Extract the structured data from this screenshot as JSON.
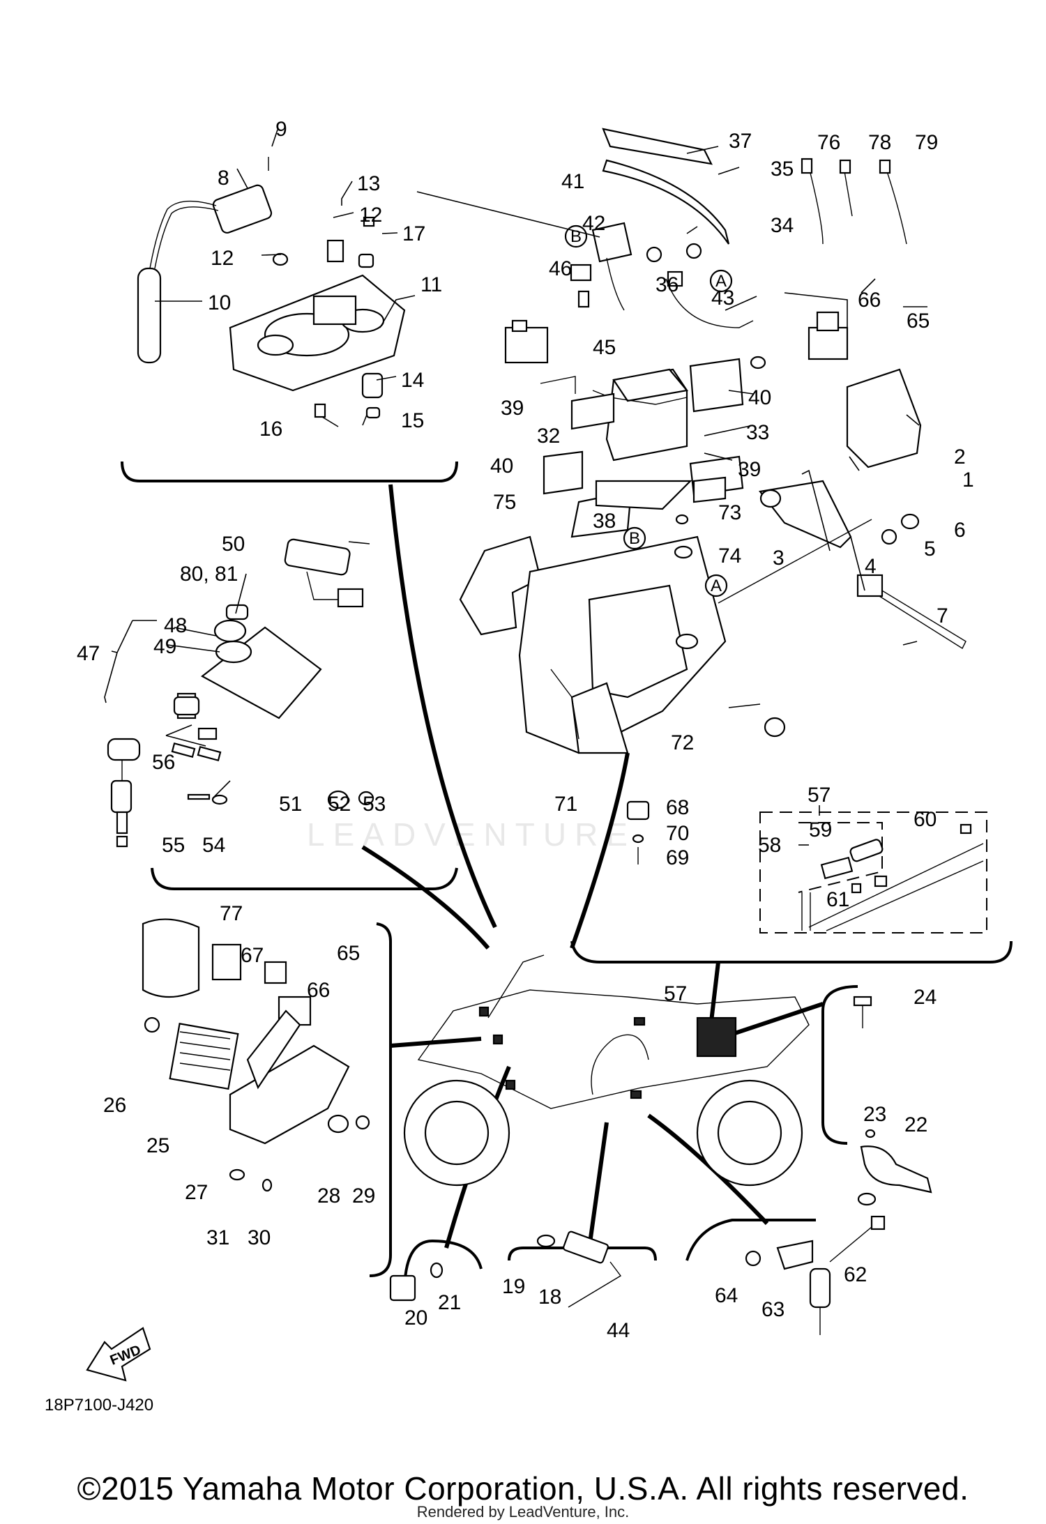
{
  "diagram": {
    "title": "Electrical 1",
    "diagram_code": "18P7100-J420",
    "copyright": "©2015 Yamaha Motor Corporation, U.S.A. All rights reserved.",
    "rendered_by": "Rendered by LeadVenture, Inc.",
    "watermark": "LEADVENTURE",
    "fwd_label": "FWD",
    "ref_markers": {
      "a": "A",
      "b": "B"
    },
    "callouts": {
      "c1": "1",
      "c2": "2",
      "c3": "3",
      "c4": "4",
      "c5": "5",
      "c6": "6",
      "c7": "7",
      "c8": "8",
      "c9": "9",
      "c10": "10",
      "c11": "11",
      "c12a": "12",
      "c12b": "12",
      "c13": "13",
      "c14": "14",
      "c15": "15",
      "c16": "16",
      "c17": "17",
      "c18": "18",
      "c19": "19",
      "c20": "20",
      "c21": "21",
      "c22": "22",
      "c23": "23",
      "c24": "24",
      "c25": "25",
      "c26": "26",
      "c27": "27",
      "c28": "28",
      "c29": "29",
      "c30": "30",
      "c31": "31",
      "c32": "32",
      "c33": "33",
      "c34": "34",
      "c35": "35",
      "c36": "36",
      "c37": "37",
      "c38": "38",
      "c39a": "39",
      "c39b": "39",
      "c40a": "40",
      "c40b": "40",
      "c41": "41",
      "c42": "42",
      "c43": "43",
      "c44": "44",
      "c45": "45",
      "c46": "46",
      "c47": "47",
      "c48": "48",
      "c49": "49",
      "c50": "50",
      "c51": "51",
      "c52": "52",
      "c53": "53",
      "c54": "54",
      "c55": "55",
      "c56": "56",
      "c57a": "57",
      "c57b": "57",
      "c58": "58",
      "c59": "59",
      "c60": "60",
      "c61": "61",
      "c62": "62",
      "c63": "63",
      "c64": "64",
      "c65a": "65",
      "c65b": "65",
      "c66a": "66",
      "c66b": "66",
      "c67": "67",
      "c68": "68",
      "c69": "69",
      "c70": "70",
      "c71": "71",
      "c72": "72",
      "c73": "73",
      "c74": "74",
      "c75": "75",
      "c76": "76",
      "c77": "77",
      "c78": "78",
      "c79": "79",
      "c8081": "80, 81"
    }
  }
}
